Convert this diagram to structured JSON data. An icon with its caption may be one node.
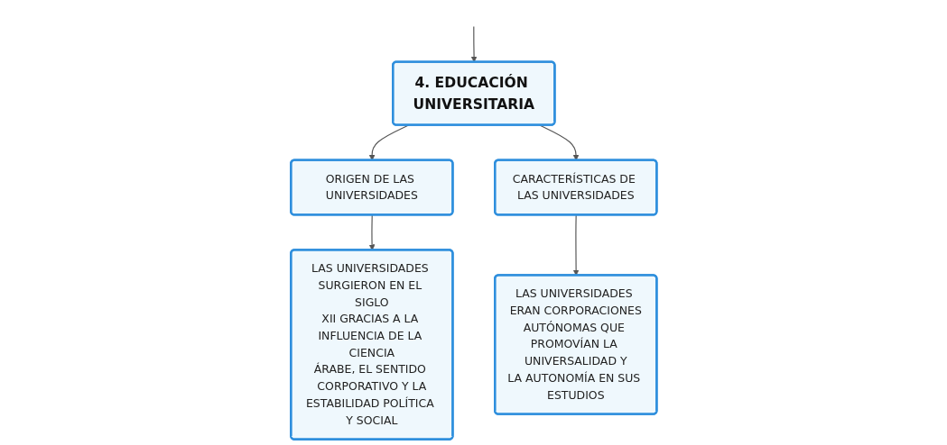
{
  "diagram": {
    "nodes": [
      {
        "text": [
          "4. EDUCACIÓN UNIVERSITARIA"
        ]
      },
      {
        "text": [
          "ORIGEN DE LAS UNIVERSIDADES"
        ]
      },
      {
        "text": [
          "CARACTERÍSTICAS DE LAS UNIVERSIDADES"
        ]
      },
      {
        "text": [
          "LAS UNIVERSIDADES SURGIERON EN EL SIGLO XII GRACIAS A LA INFLUENCIA DE LA CIENCIA ÁRABE, EL SENTIDO CORPORATIVO Y LA ESTABILIDAD POLÍTICA Y SOCIAL"
        ]
      },
      {
        "text": [
          "LAS UNIVERSIDADES ERAN CORPORACIONES AUTÓNOMAS QUE PROMOVÍAN LA UNIVERSALIDAD Y LA AUTONOMÍA EN SUS ESTUDIOS"
        ]
      }
    ],
    "edges": [
      {
        "from": null,
        "to": 0,
        "arrow": "to"
      },
      {
        "from": 0,
        "to": 1,
        "arrow": "to"
      },
      {
        "from": 0,
        "to": 2,
        "arrow": "to"
      },
      {
        "from": 1,
        "to": 3,
        "arrow": "to"
      },
      {
        "from": 2,
        "to": 4,
        "arrow": "to"
      }
    ]
  }
}
